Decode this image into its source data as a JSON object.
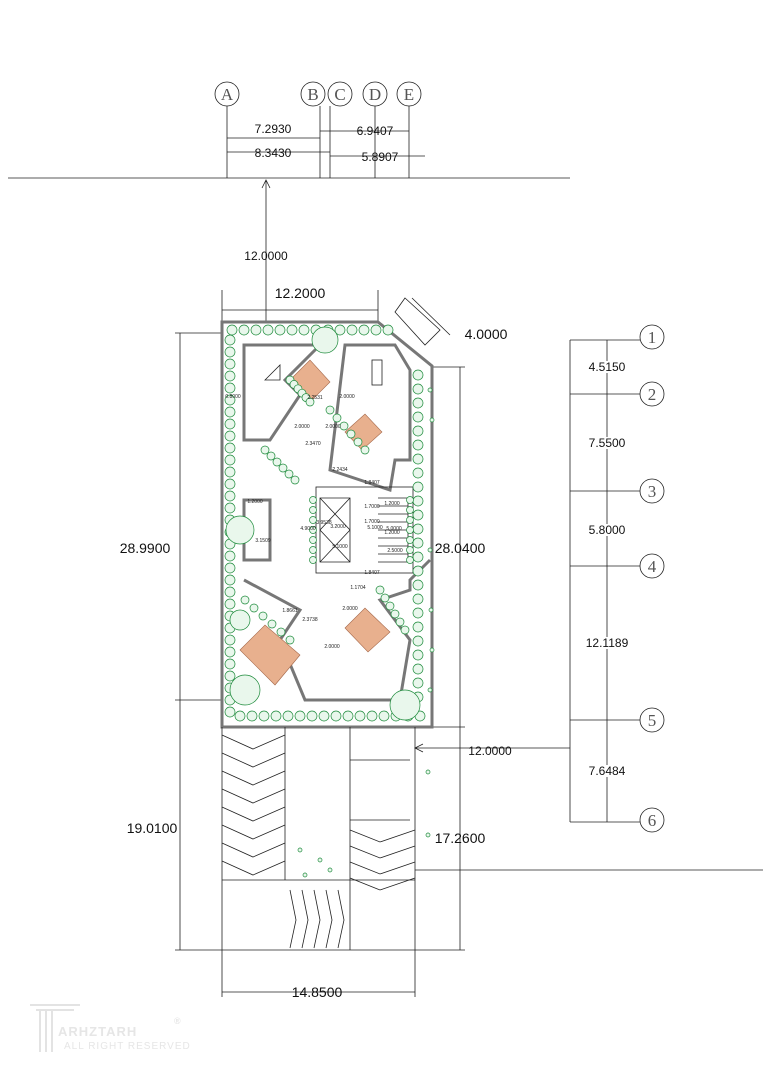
{
  "grid_columns": [
    "A",
    "B",
    "C",
    "D",
    "E"
  ],
  "grid_rows": [
    "1",
    "2",
    "3",
    "4",
    "5",
    "6"
  ],
  "top_dimensions": [
    "7.2930",
    "6.9407",
    "8.3430",
    "5.8907"
  ],
  "setback_dimension": "12.0000",
  "site_dimensions": {
    "top_width": "12.2000",
    "corner": "4.0000",
    "left_height": "28.9900",
    "right_height": "28.0400",
    "parking_left": "19.0100",
    "parking_right": "17.2600",
    "bottom_width": "14.8500",
    "street": "12.0000"
  },
  "row_dimensions": [
    "4.5150",
    "7.5500",
    "5.8000",
    "12.1189",
    "7.6484"
  ],
  "small_dimensions": [
    "2.2531",
    "2.0000",
    "2.0000",
    "2.0000",
    "2.3470",
    "2.2434",
    "1.8407",
    "1.2000",
    "1.2000",
    "3.9538",
    "3.2000",
    "4.9000",
    "1.7000",
    "1.7000",
    "5.1000",
    "5.1000",
    "5.0000",
    "2.5000",
    "1.8407",
    "3.1509",
    "1.8661",
    "1.1704",
    "2.0000",
    "2.3738",
    "2.0000",
    "1.2000",
    "0.8000"
  ],
  "watermark": {
    "brand": "ARHZTARH",
    "tagline": "ALL RIGHT RESERVED"
  },
  "colors": {
    "tree": "#1c8a3a",
    "deck": "#e8b08e",
    "wall": "#777777"
  }
}
